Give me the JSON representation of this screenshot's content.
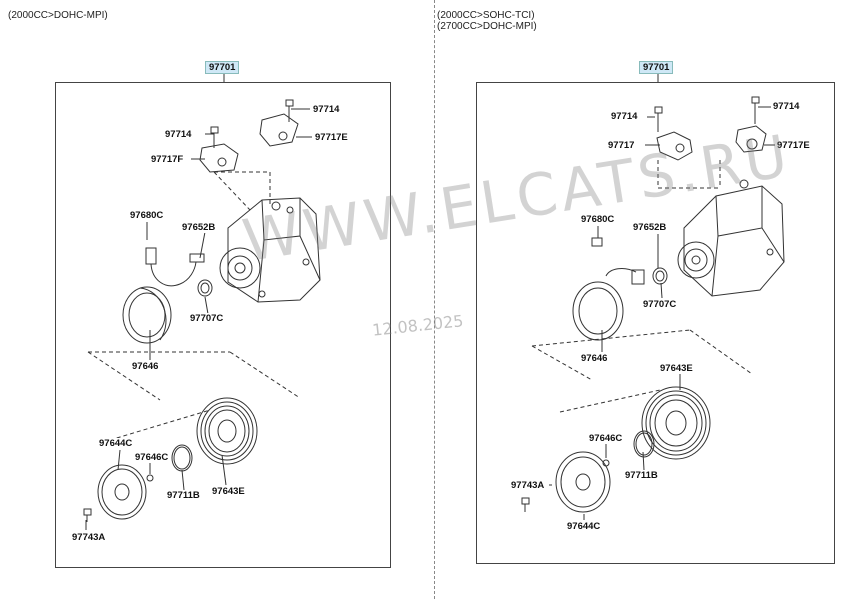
{
  "left_panel": {
    "condition": "(2000CC>DOHC-MPI)",
    "assembly": "97701",
    "parts": [
      "97714",
      "97717E",
      "97714",
      "97717F",
      "97680C",
      "97652B",
      "97707C",
      "97646",
      "97644C",
      "97646C",
      "97711B",
      "97643E",
      "97743A"
    ]
  },
  "right_panel": {
    "condition_1": "(2000CC>SOHC-TCI)",
    "condition_2": "(2700CC>DOHC-MPI)",
    "assembly": "97701",
    "parts": [
      "97714",
      "97714",
      "97717",
      "97717E",
      "97680C",
      "97652B",
      "97707C",
      "97646",
      "97643E",
      "97646C",
      "97711B",
      "97743A",
      "97644C"
    ]
  },
  "watermark": {
    "text": "WWW.ELCATS.RU",
    "date": "12.08.2025"
  }
}
